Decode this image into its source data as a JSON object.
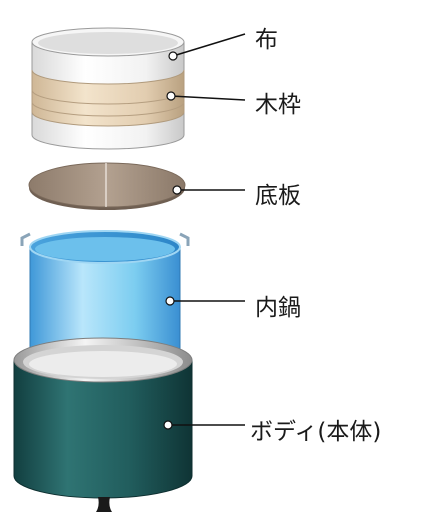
{
  "labels": {
    "cloth": "布",
    "frame": "木枠",
    "bottom": "底板",
    "inner_pot": "内鍋",
    "body": "ボディ(本体)"
  },
  "colors": {
    "cloth": "#eaeaea",
    "frame": "#e0c8a8",
    "bottom_plate": "#a08e7e",
    "inner_pot": "#6fc3ea",
    "body": "#245e5e",
    "leader_line": "#111111"
  }
}
